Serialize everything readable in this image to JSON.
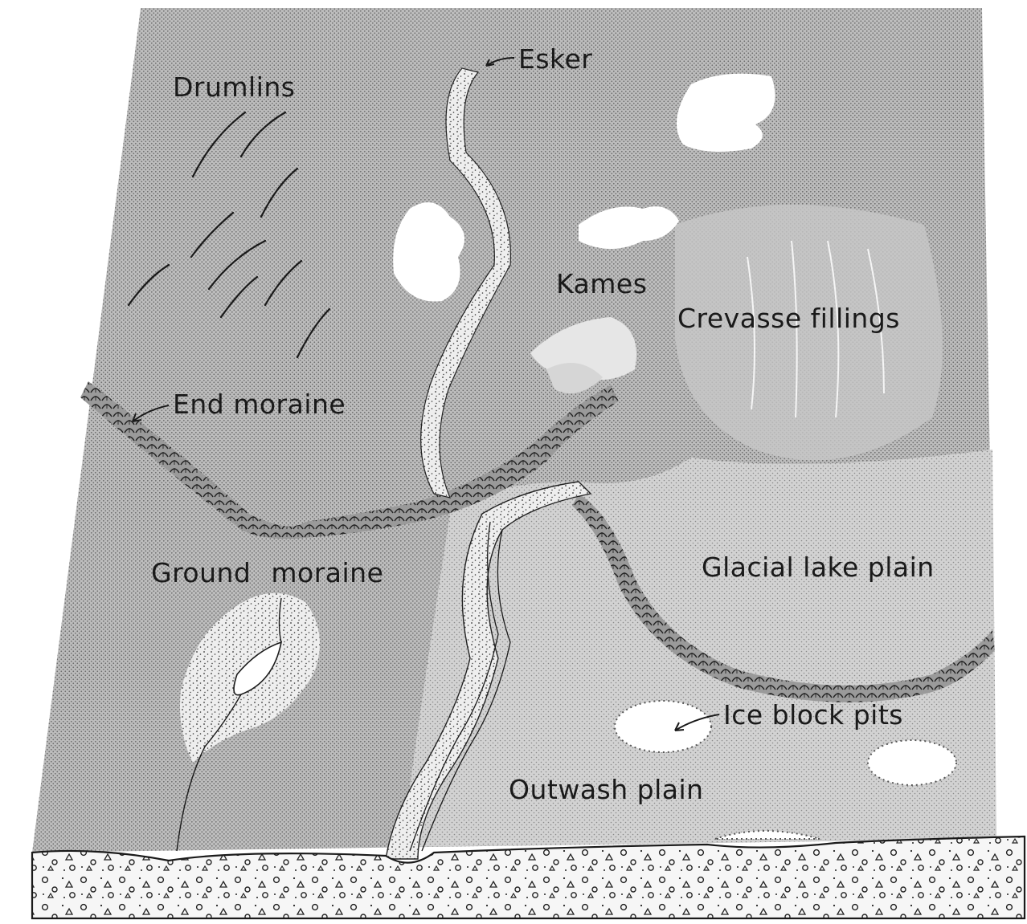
{
  "labels": {
    "drumlins": "Drumlins",
    "esker": "Esker",
    "kames": "Kames",
    "crevasse_fillings": "Crevasse fillings",
    "end_moraine": "End moraine",
    "ground_moraine": "Ground moraine",
    "glacial_lake_plain": "Glacial lake plain",
    "ice_block_pits": "Ice block pits",
    "outwash_plain": "Outwash plain"
  },
  "colors": {
    "ground": "#b9b9b9",
    "ground_dot": "#7f7f7f",
    "plain": "#cfcfcf",
    "ink": "#1a1a1a",
    "water": "#ffffff",
    "bedrock": "#f4f4f4"
  }
}
